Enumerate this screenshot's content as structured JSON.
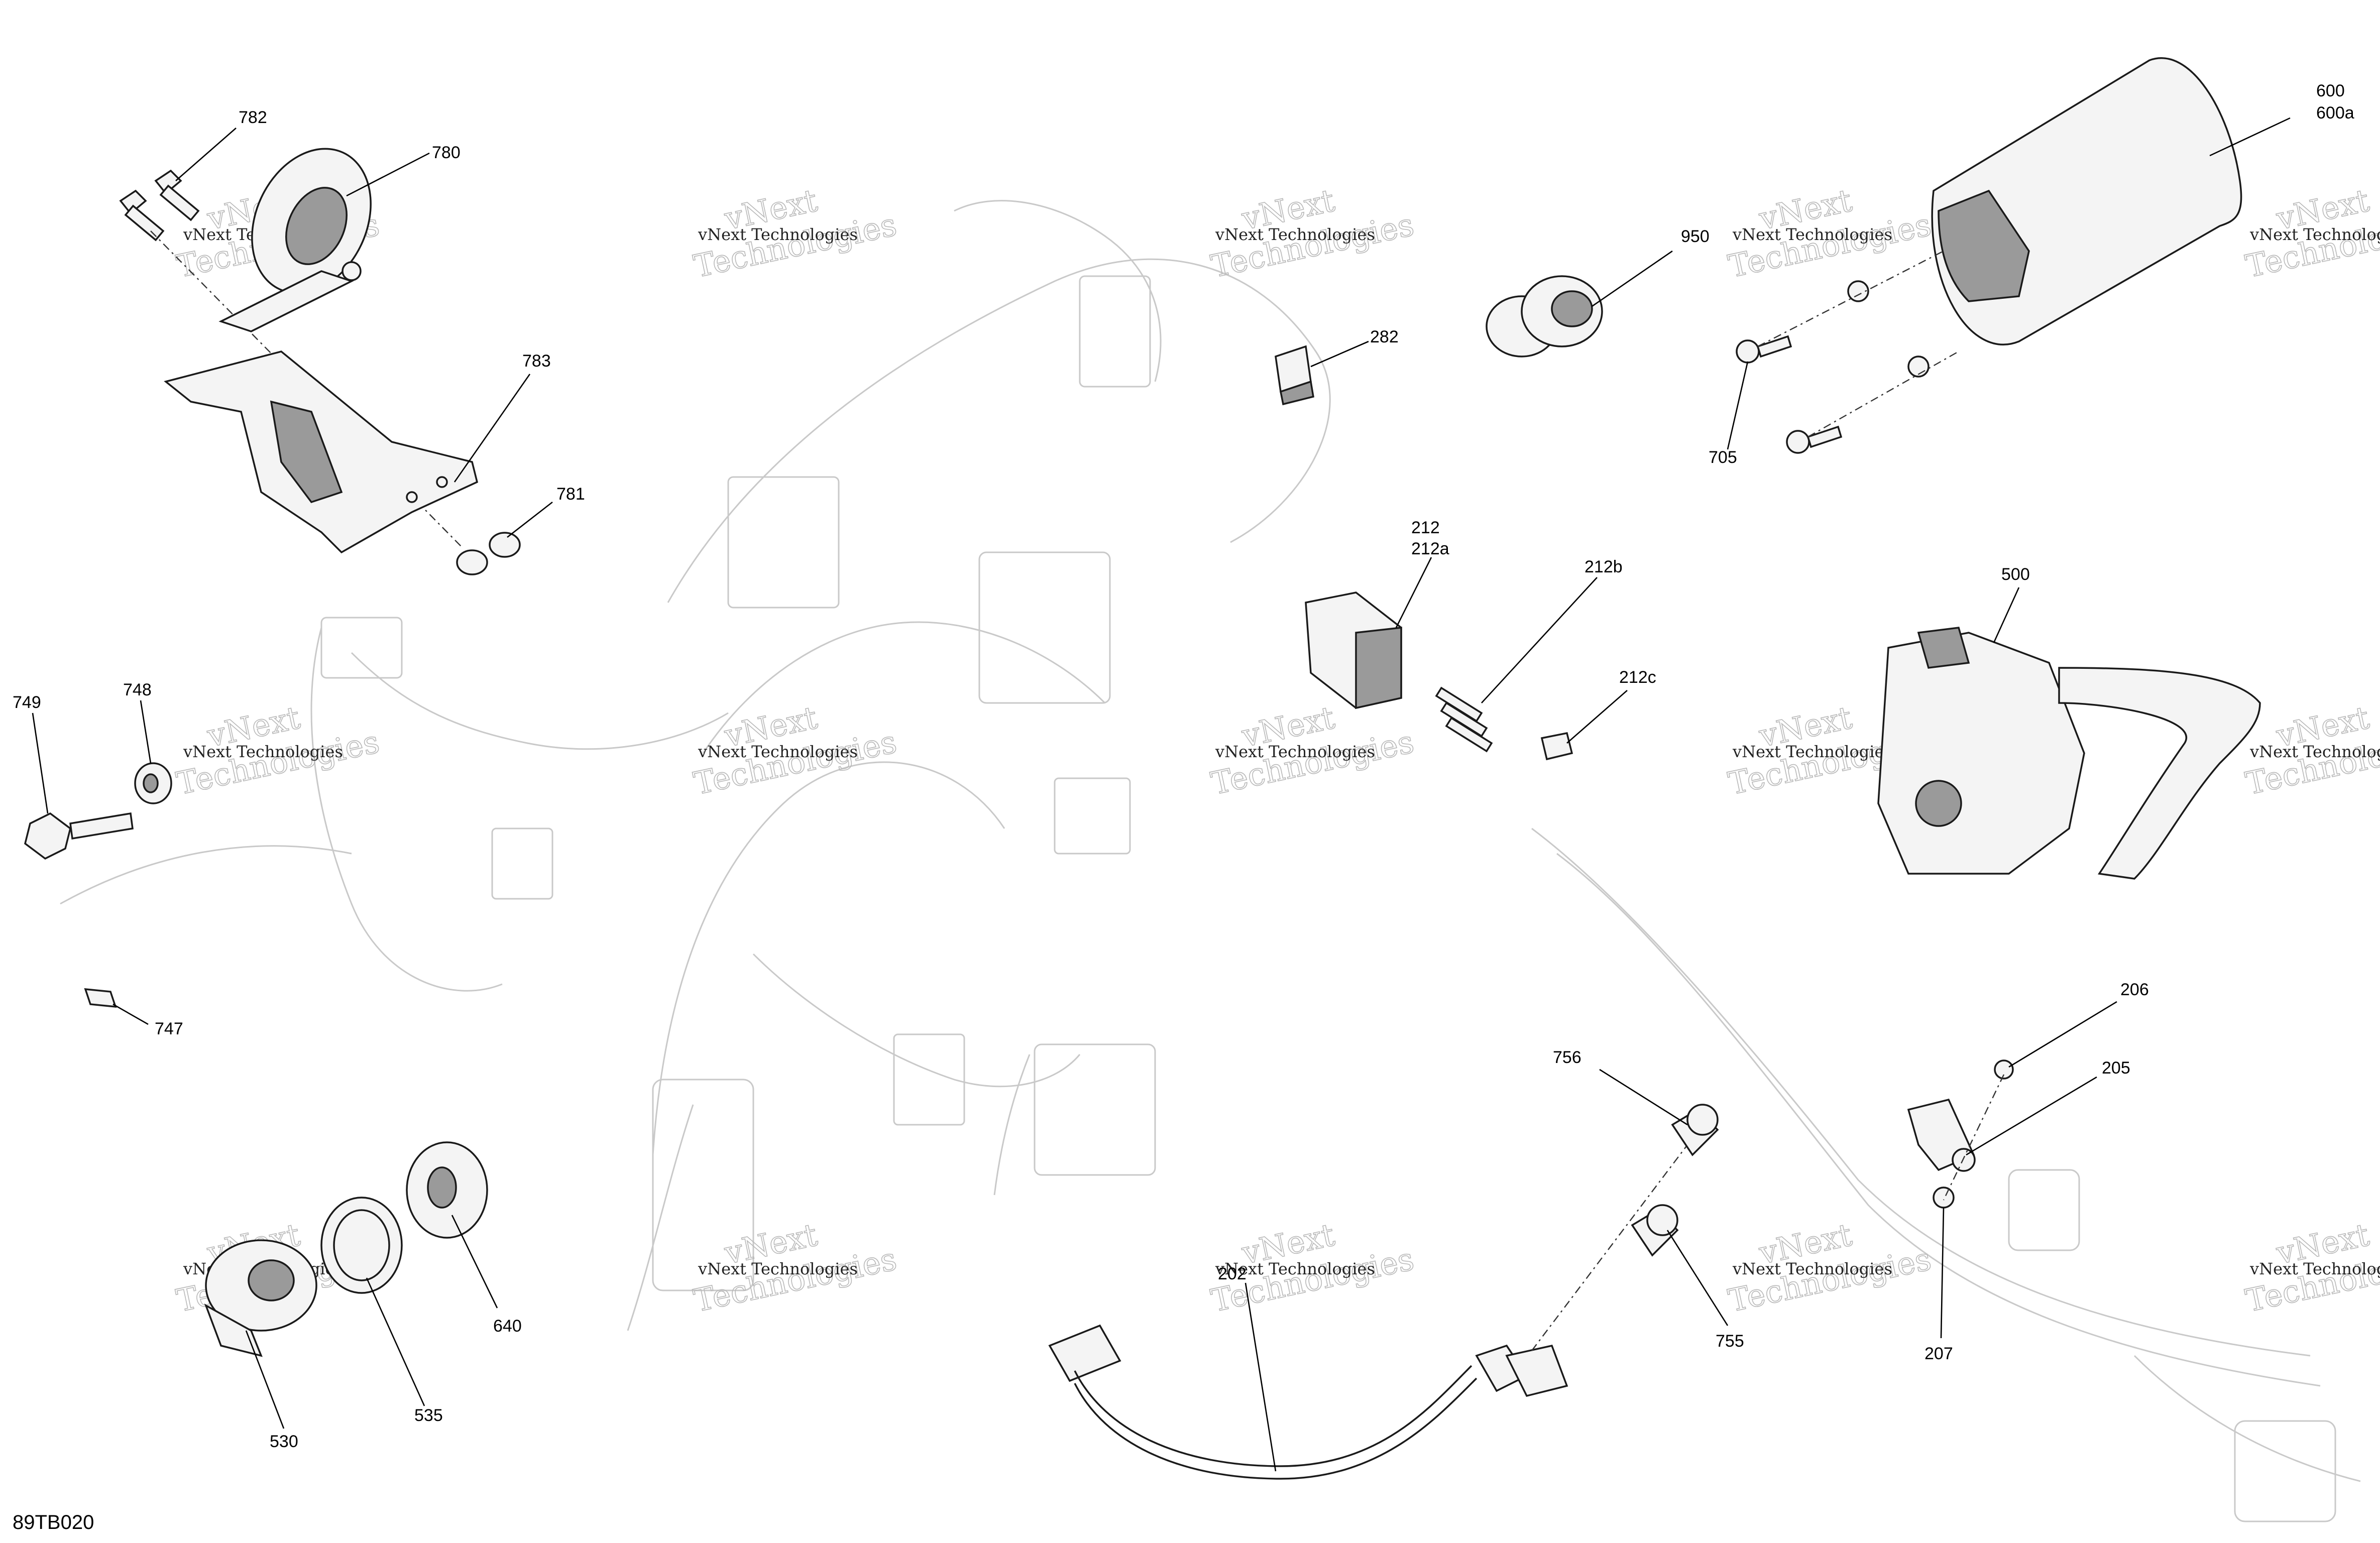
{
  "figure_id": "89TB020",
  "watermark": {
    "line1": "vNext",
    "line2": "Technologies",
    "small": "vNext Technologies"
  },
  "callouts": [
    {
      "id": "c782",
      "label": "782"
    },
    {
      "id": "c780",
      "label": "780"
    },
    {
      "id": "c783",
      "label": "783"
    },
    {
      "id": "c781",
      "label": "781"
    },
    {
      "id": "c282",
      "label": "282"
    },
    {
      "id": "c950",
      "label": "950"
    },
    {
      "id": "c600",
      "label": "600"
    },
    {
      "id": "c600a",
      "label": "600a"
    },
    {
      "id": "c705",
      "label": "705"
    },
    {
      "id": "c212",
      "label": "212"
    },
    {
      "id": "c212a",
      "label": "212a"
    },
    {
      "id": "c212b",
      "label": "212b"
    },
    {
      "id": "c212c",
      "label": "212c"
    },
    {
      "id": "c500",
      "label": "500"
    },
    {
      "id": "c749",
      "label": "749"
    },
    {
      "id": "c748",
      "label": "748"
    },
    {
      "id": "c747",
      "label": "747"
    },
    {
      "id": "c206",
      "label": "206"
    },
    {
      "id": "c205",
      "label": "205"
    },
    {
      "id": "c207",
      "label": "207"
    },
    {
      "id": "c756",
      "label": "756"
    },
    {
      "id": "c755",
      "label": "755"
    },
    {
      "id": "c202",
      "label": "202"
    },
    {
      "id": "c640",
      "label": "640"
    },
    {
      "id": "c535",
      "label": "535"
    },
    {
      "id": "c530",
      "label": "530"
    }
  ]
}
